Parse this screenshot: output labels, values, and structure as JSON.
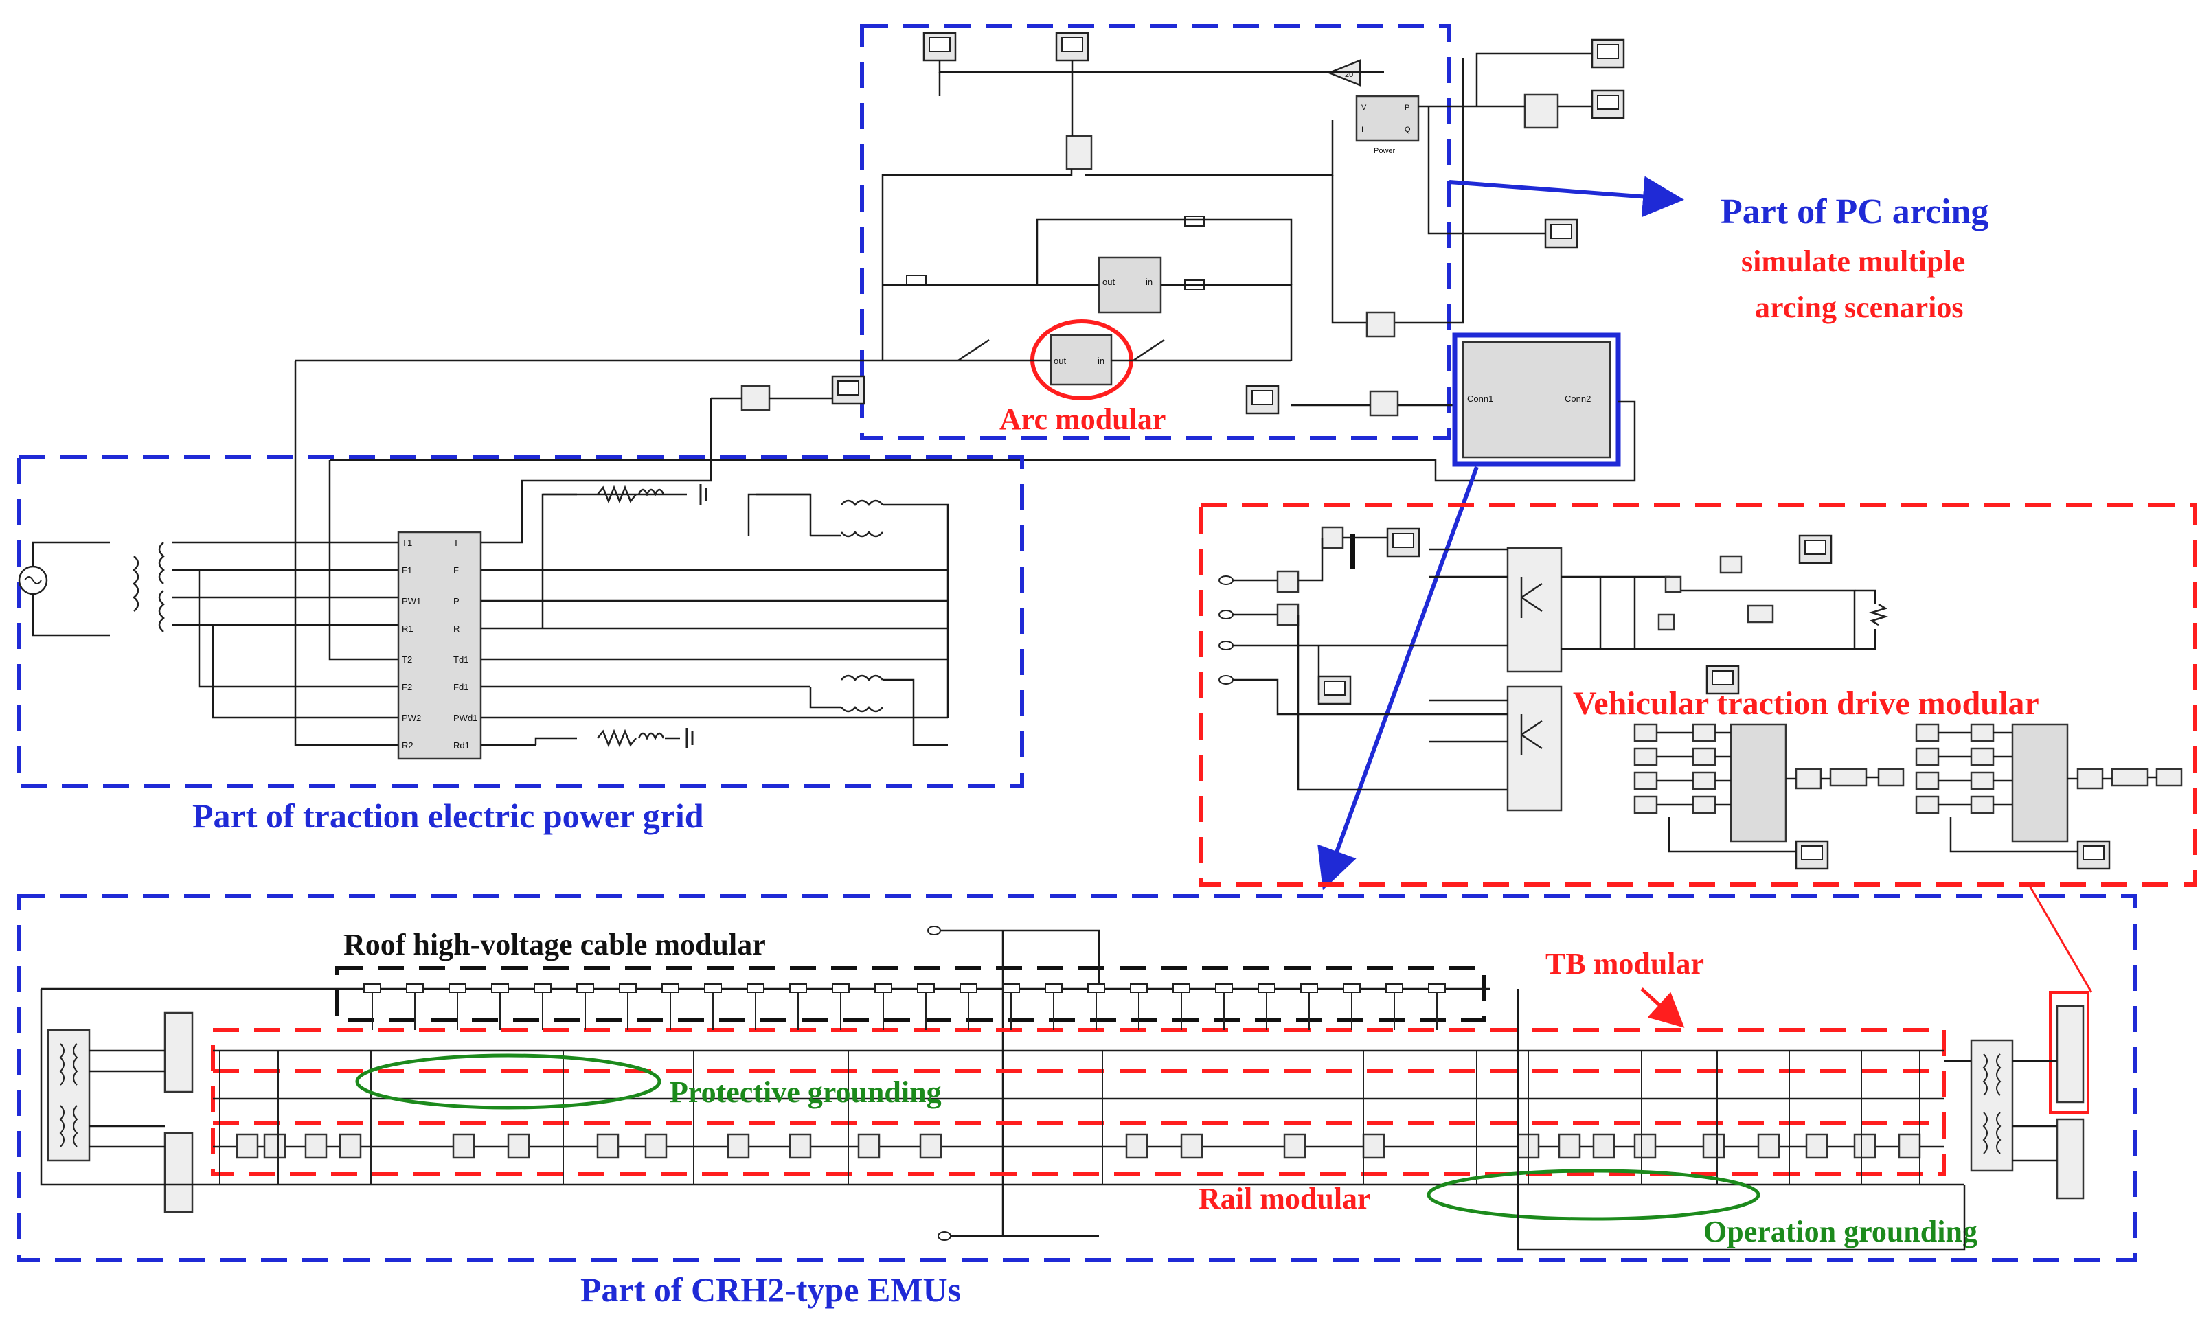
{
  "labels": {
    "pc_arcing": "Part of PC arcing",
    "simulate_multiple": "simulate multiple",
    "arcing_scenarios": "arcing scenarios",
    "arc_modular": "Arc modular",
    "traction_grid": "Part of traction electric power grid",
    "vehicular_drive": "Vehicular traction drive modular",
    "roof_cable": "Roof high-voltage cable modular",
    "tb_modular": "TB modular",
    "protective_grounding": "Protective grounding",
    "rail_modular": "Rail modular",
    "operation_grounding": "Operation grounding",
    "crh2_emus": "Part of CRH2-type EMUs"
  },
  "blocks": {
    "gain_value": "20",
    "power_block": "Power",
    "power_v": "V",
    "power_i": "I",
    "power_p": "P",
    "power_q": "Q",
    "out": "out",
    "in": "in",
    "conn1": "Conn1",
    "conn2": "Conn2",
    "grid_left_ports": [
      "T1",
      "F1",
      "PW1",
      "R1",
      "T2",
      "F2",
      "PW2",
      "R2"
    ],
    "grid_right_ports": [
      "T",
      "F",
      "P",
      "R",
      "Td1",
      "Fd1",
      "PWd1",
      "Rd1"
    ]
  },
  "colors": {
    "blue": "#1f2ad6",
    "red": "#ff1e1e",
    "green": "#1c8a1c",
    "black": "#111111"
  }
}
